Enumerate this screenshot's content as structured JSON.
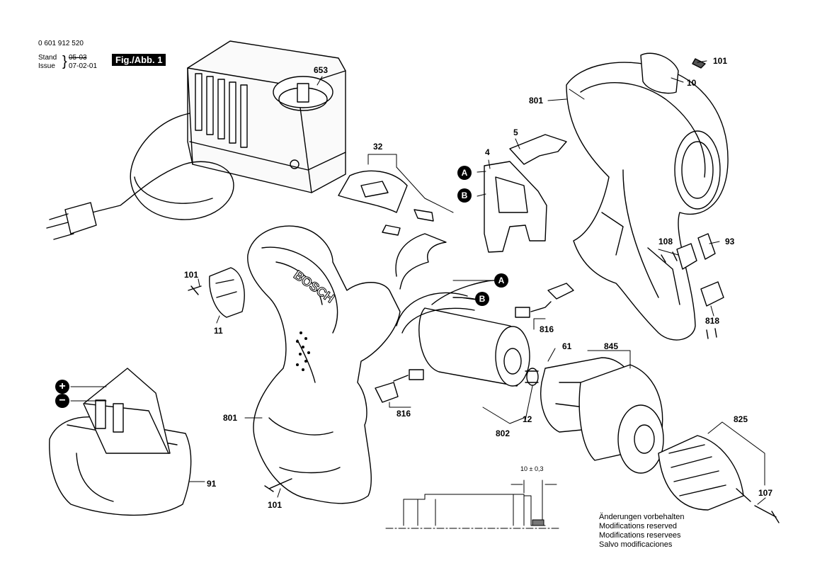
{
  "header": {
    "part_number": "0 601 912 520",
    "stand_label": "Stand",
    "issue_label": "Issue",
    "stand_value": "05-03",
    "issue_value": "07-02-01",
    "figure_label": "Fig./Abb. 1"
  },
  "parts": {
    "p653": "653",
    "p101_top": "101",
    "p10": "10",
    "p801_top": "801",
    "p5": "5",
    "p32": "32",
    "p4": "4",
    "p108": "108",
    "p93": "93",
    "p101_left": "101",
    "p11": "11",
    "p818": "818",
    "p816_right": "816",
    "p61": "61",
    "p845": "845",
    "p816_left": "816",
    "p801_left": "801",
    "p12": "12",
    "p802": "802",
    "p825": "825",
    "p91": "91",
    "p107": "107",
    "p101_bottom": "101"
  },
  "markers": {
    "A": "A",
    "B": "B",
    "plus": "+",
    "minus": "−"
  },
  "dimension": "10 ± 0,3",
  "notes": [
    "Änderungen vorbehalten",
    "Modifications reserved",
    "Modifications reservees",
    "Salvo modificaciones"
  ]
}
